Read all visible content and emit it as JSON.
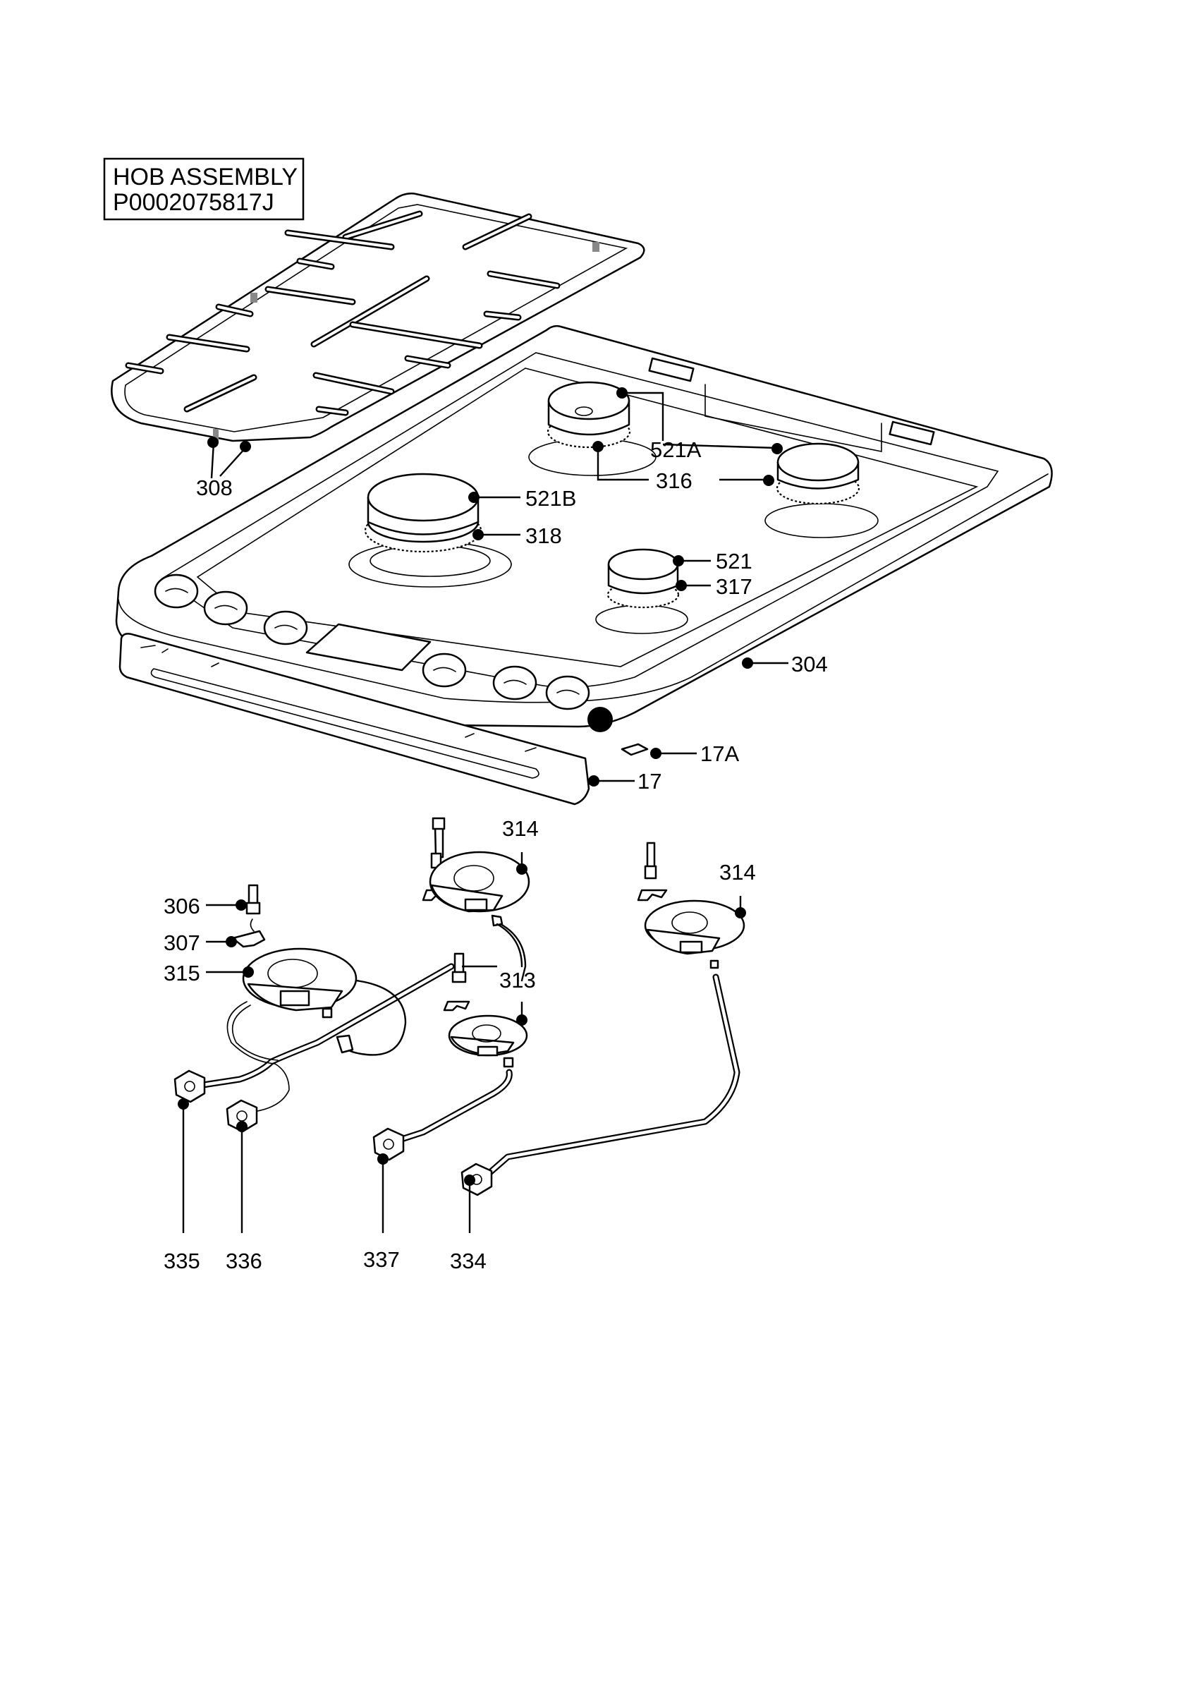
{
  "title": {
    "line1": "HOB ASSEMBLY",
    "line2": "P0002075817J"
  },
  "callouts": [
    {
      "id": "c308",
      "label": "308"
    },
    {
      "id": "c521A",
      "label": "521A"
    },
    {
      "id": "c316",
      "label": "316"
    },
    {
      "id": "c521B",
      "label": "521B"
    },
    {
      "id": "c318",
      "label": "318"
    },
    {
      "id": "c521",
      "label": "521"
    },
    {
      "id": "c317",
      "label": "317"
    },
    {
      "id": "c304",
      "label": "304"
    },
    {
      "id": "c17A",
      "label": "17A"
    },
    {
      "id": "c17",
      "label": "17"
    },
    {
      "id": "c314a",
      "label": "314"
    },
    {
      "id": "c314b",
      "label": "314"
    },
    {
      "id": "c306",
      "label": "306"
    },
    {
      "id": "c307",
      "label": "307"
    },
    {
      "id": "c315",
      "label": "315"
    },
    {
      "id": "c313",
      "label": "313"
    },
    {
      "id": "c335",
      "label": "335"
    },
    {
      "id": "c336",
      "label": "336"
    },
    {
      "id": "c337",
      "label": "337"
    },
    {
      "id": "c334",
      "label": "334"
    }
  ]
}
